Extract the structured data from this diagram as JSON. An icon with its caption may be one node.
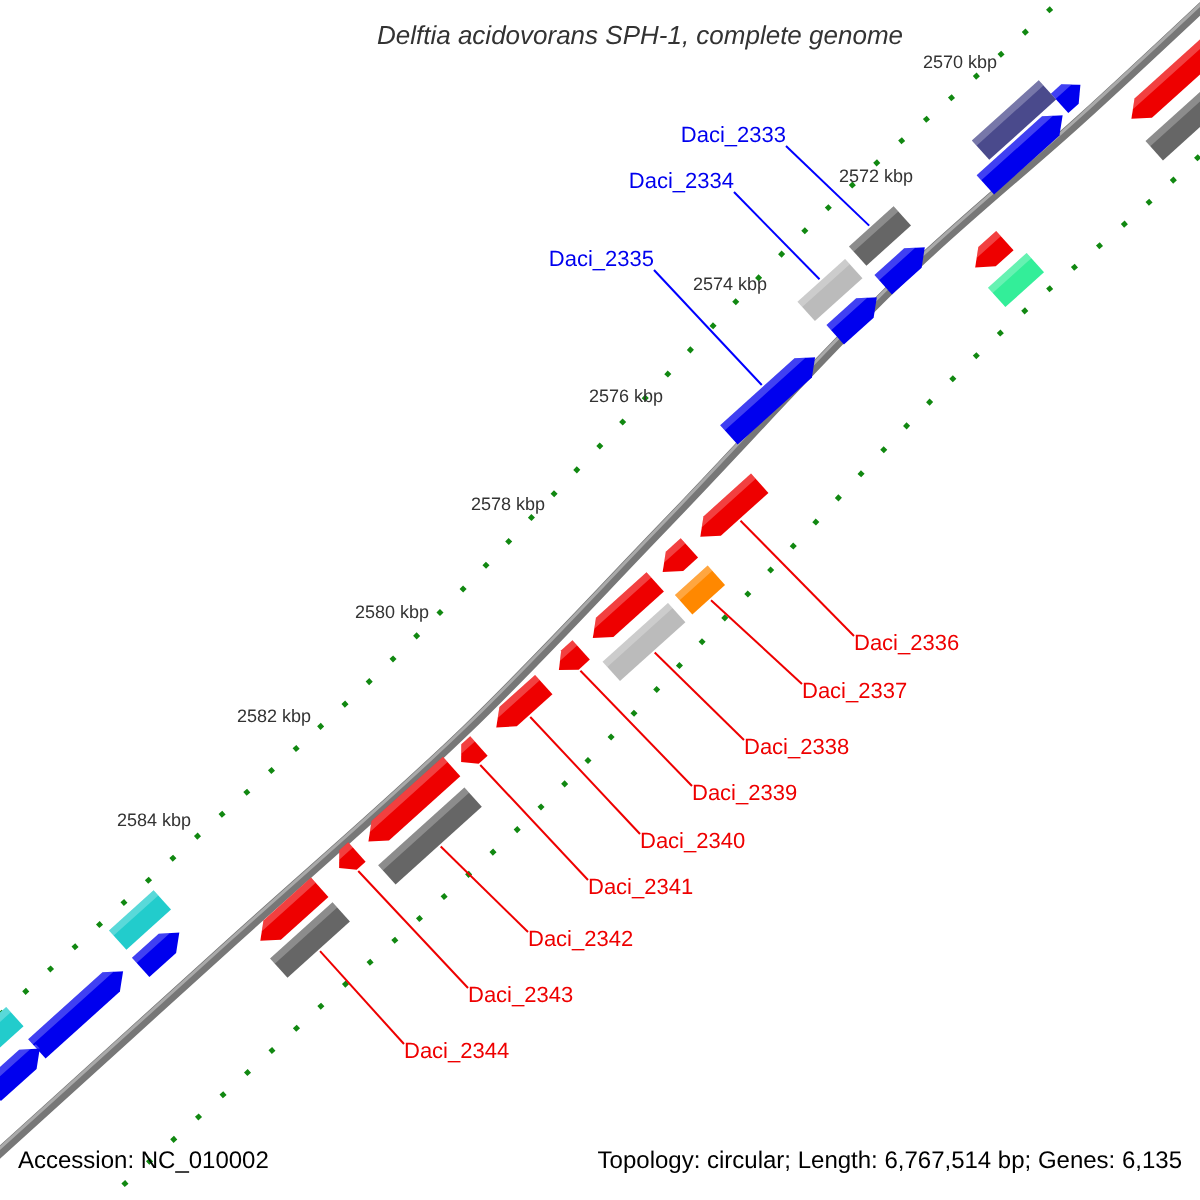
{
  "diagram": {
    "title": "Delftia acidovorans SPH-1, complete genome",
    "nodes": [
      {
        "text": [
          "Daci_2333"
        ]
      },
      {
        "text": [
          "Daci_2334"
        ]
      },
      {
        "text": [
          "Daci_2335"
        ]
      },
      {
        "text": [
          "Daci_2336"
        ]
      },
      {
        "text": [
          "Daci_2337"
        ]
      },
      {
        "text": [
          "Daci_2338"
        ]
      },
      {
        "text": [
          "Daci_2339"
        ]
      },
      {
        "text": [
          "Daci_2340"
        ]
      },
      {
        "text": [
          "Daci_2341"
        ]
      },
      {
        "text": [
          "Daci_2342"
        ]
      },
      {
        "text": [
          "Daci_2343"
        ]
      },
      {
        "text": [
          "Daci_2344"
        ]
      },
      {
        "text": [],
        "shape": "arrow"
      },
      {
        "text": [],
        "shape": "arrow"
      },
      {
        "text": [],
        "shape": "box"
      },
      {
        "text": [],
        "shape": "box"
      },
      {
        "text": [],
        "shape": "arrow"
      },
      {
        "text": [],
        "shape": "box"
      },
      {
        "text": [],
        "shape": "arrow"
      },
      {
        "text": [],
        "shape": "arrow"
      },
      {
        "text": [],
        "shape": "box"
      },
      {
        "text": [],
        "shape": "box"
      },
      {
        "text": [],
        "shape": "arrow"
      },
      {
        "text": [],
        "shape": "arrow"
      },
      {
        "text": [],
        "shape": "arrow"
      },
      {
        "text": [],
        "shape": "arrow"
      },
      {
        "text": [],
        "shape": "box"
      },
      {
        "text": [],
        "shape": "arrow"
      },
      {
        "text": [],
        "shape": "box"
      },
      {
        "text": [],
        "shape": "arrow"
      },
      {
        "text": [],
        "shape": "arrow"
      },
      {
        "text": [],
        "shape": "arrow"
      },
      {
        "text": [],
        "shape": "arrow"
      },
      {
        "text": [],
        "shape": "box"
      },
      {
        "text": [],
        "shape": "arrow"
      },
      {
        "text": [],
        "shape": "arrow"
      },
      {
        "text": [],
        "shape": "box"
      },
      {
        "text": [],
        "shape": "box"
      },
      {
        "text": [],
        "shape": "arrow"
      },
      {
        "text": [],
        "shape": "arrow"
      },
      {
        "text": [],
        "shape": "box"
      },
      {
        "text": [],
        "shape": "arrow"
      }
    ],
    "edges": [
      {
        "from": 0,
        "to": 17,
        "arrow": "none",
        "color": "#0000ff"
      },
      {
        "from": 1,
        "to": 21,
        "arrow": "none",
        "color": "#0000ff"
      },
      {
        "from": 2,
        "to": 23,
        "arrow": "none",
        "color": "#0000ff"
      },
      {
        "from": 3,
        "to": 24,
        "arrow": "none"
      },
      {
        "from": 4,
        "to": 26,
        "arrow": "none"
      },
      {
        "from": 5,
        "to": 28,
        "arrow": "none"
      },
      {
        "from": 6,
        "to": 29,
        "arrow": "none"
      },
      {
        "from": 7,
        "to": 30,
        "arrow": "none"
      },
      {
        "from": 8,
        "to": 31,
        "arrow": "none"
      },
      {
        "from": 9,
        "to": 33,
        "arrow": "none"
      },
      {
        "from": 10,
        "to": 34,
        "arrow": "none"
      },
      {
        "from": 11,
        "to": 37,
        "arrow": "none"
      }
    ],
    "labels": [
      "2570 kbp",
      "2572 kbp",
      "2574 kbp",
      "2576 kbp",
      "2578 kbp",
      "2580 kbp",
      "2582 kbp",
      "2584 kbp",
      "Accession: NC_010002",
      "Topology: circular; Length: 6,767,514 bp; Genes: 6,135"
    ]
  }
}
